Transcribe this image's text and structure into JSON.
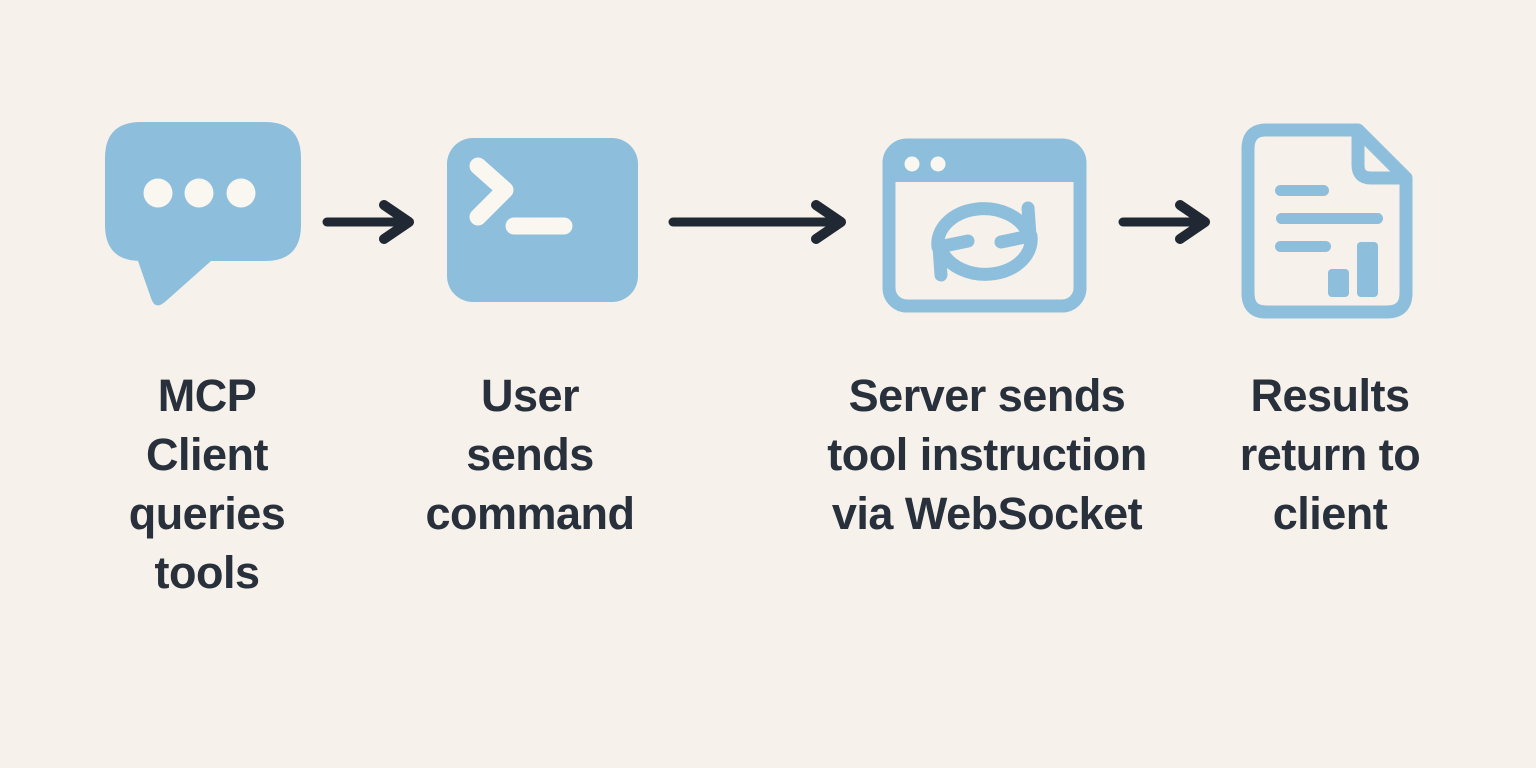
{
  "theme": {
    "bg": "#F6F1EA",
    "accent": "#8DBEDC",
    "text": "#28303C",
    "arrow": "#202933",
    "cutout": "#FAF7F1"
  },
  "diagram": {
    "type": "flowchart",
    "direction": "left-to-right",
    "steps": [
      {
        "icon": "chat-bubble-icon",
        "label": "MCP\nClient\nqueries\ntools"
      },
      {
        "icon": "terminal-icon",
        "label": "User\nsends\ncommand"
      },
      {
        "icon": "browser-sync-icon",
        "label": "Server sends\ntool instruction\nvia WebSocket"
      },
      {
        "icon": "document-report-icon",
        "label": "Results\nreturn to\nclient"
      }
    ],
    "connectors": [
      {
        "icon": "arrow-right-icon"
      },
      {
        "icon": "arrow-right-icon"
      },
      {
        "icon": "arrow-right-icon"
      }
    ]
  }
}
